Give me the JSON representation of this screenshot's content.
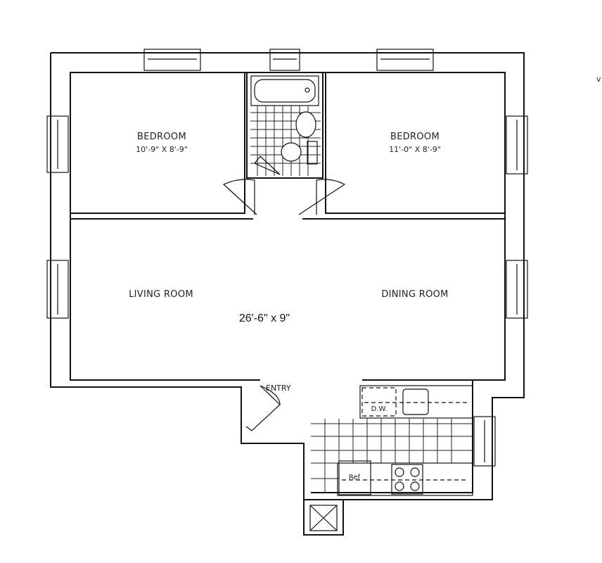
{
  "rooms": {
    "bedroom_left": {
      "name": "BEDROOM",
      "size": "10'-9\" X 8'-9\""
    },
    "bedroom_right": {
      "name": "BEDROOM",
      "size": "11'-0\" X 8'-9\""
    },
    "living": {
      "name": "LIVING ROOM"
    },
    "dining": {
      "name": "DINING ROOM"
    },
    "combined_size": "26'-6\" x 9\"",
    "entry": "ENTRY"
  },
  "fixtures": {
    "dishwasher": "D.W.",
    "refrigerator": "Ref"
  },
  "edge_text": "v"
}
